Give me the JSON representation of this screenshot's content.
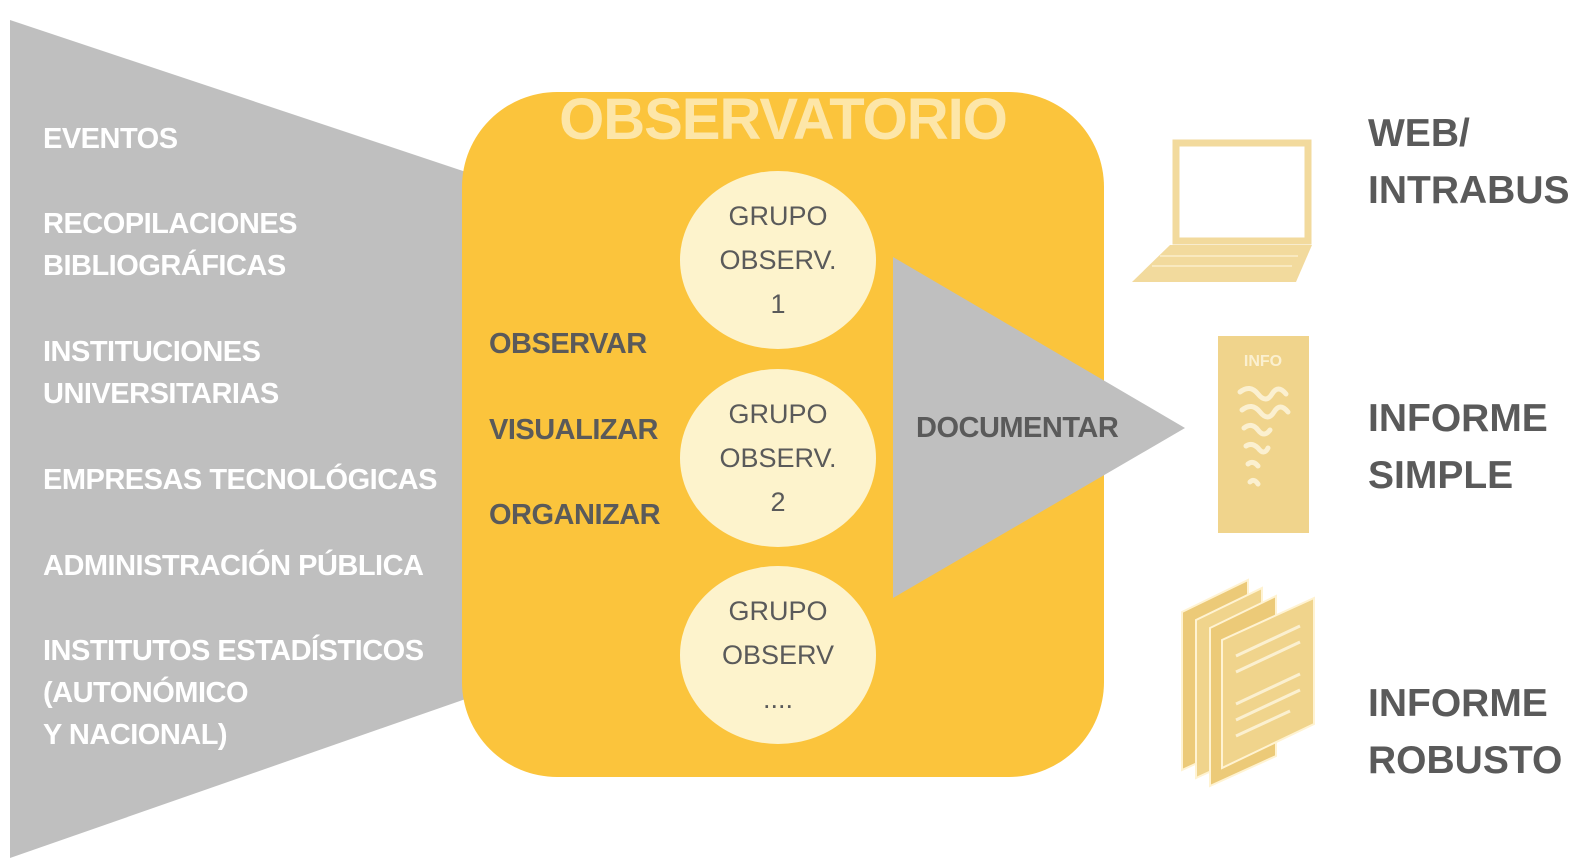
{
  "title": "OBSERVATORIO",
  "sources": [
    "EVENTOS",
    "RECOPILACIONES\nBIBLIOGRÁFICAS",
    "INSTITUCIONES\nUNIVERSITARIAS",
    "EMPRESAS TECNOLÓGICAS",
    "ADMINISTRACIÓN PÚBLICA",
    "INSTITUTOS ESTADÍSTICOS\n(AUTONÓMICO\nY NACIONAL)"
  ],
  "actions": [
    "OBSERVAR",
    "VISUALIZAR",
    "ORGANIZAR"
  ],
  "groups": [
    "GRUPO\nOBSERV.\n1",
    "GRUPO\nOBSERV.\n2",
    "GRUPO\nOBSERV\n...."
  ],
  "documentar": "DOCUMENTAR",
  "outputs": [
    {
      "label": "WEB/\nINTRABUS",
      "icon": "laptop-icon"
    },
    {
      "label": "INFORME\nSIMPLE",
      "icon": "report-page-icon",
      "icon_text": "INFO"
    },
    {
      "label": "INFORME\nROBUSTO",
      "icon": "document-stack-icon"
    }
  ],
  "colors": {
    "funnel_gray": "#bfbfbf",
    "observatory_yellow": "#fbc43c",
    "circle_fill": "#fdf3cc",
    "icon_yellow": "#f0d48c",
    "text_dark": "#5a5a5a",
    "text_white": "#ffffff"
  }
}
